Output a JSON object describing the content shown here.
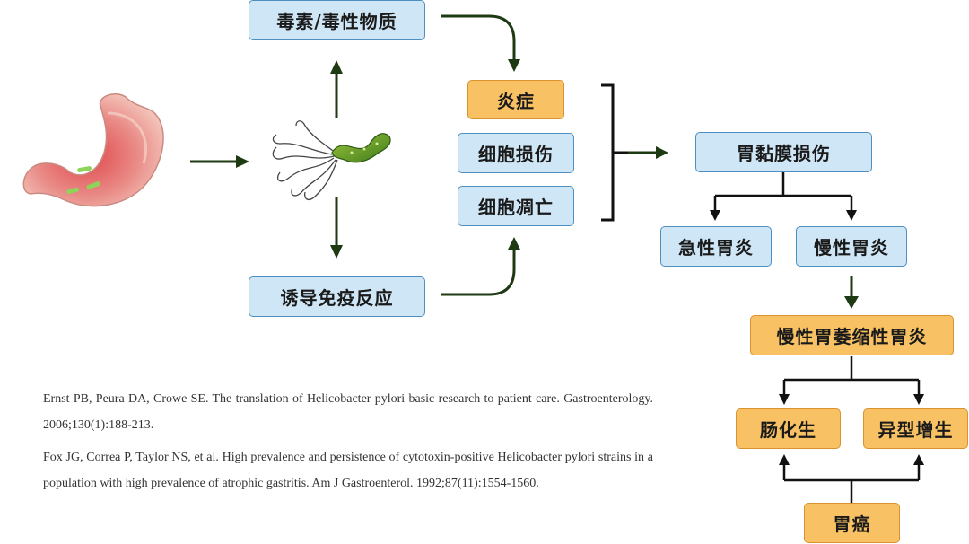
{
  "diagram": {
    "nodes": {
      "toxins": "毒素/毒性物质",
      "immune": "诱导免疫反应",
      "inflammation": "炎症",
      "cell_damage": "细胞损伤",
      "apoptosis": "细胞凋亡",
      "mucosa_damage": "胃黏膜损伤",
      "acute_gastritis": "急性胃炎",
      "chronic_gastritis": "慢性胃炎",
      "atrophic_gastritis": "慢性胃萎缩性胃炎",
      "metaplasia": "肠化生",
      "dysplasia": "异型增生",
      "cancer": "胃癌"
    },
    "colors": {
      "blue_fill": "#cfe6f6",
      "blue_border": "#4f8fc0",
      "orange_fill": "#f8c264",
      "orange_border": "#d9922e",
      "green_arrow": "#1e3a12",
      "black_arrow": "#111111"
    },
    "icons": [
      "stomach-icon",
      "helicobacter-icon"
    ]
  },
  "references": [
    "Ernst PB, Peura DA, Crowe SE. The translation of Helicobacter pylori basic research to patient care. Gastroenterology. 2006;130(1):188-213.",
    "Fox JG, Correa P, Taylor NS, et al. High prevalence and persistence of cytotoxin-positive Helicobacter pylori strains in a population with high prevalence of atrophic gastritis. Am J Gastroenterol. 1992;87(11):1554-1560."
  ]
}
